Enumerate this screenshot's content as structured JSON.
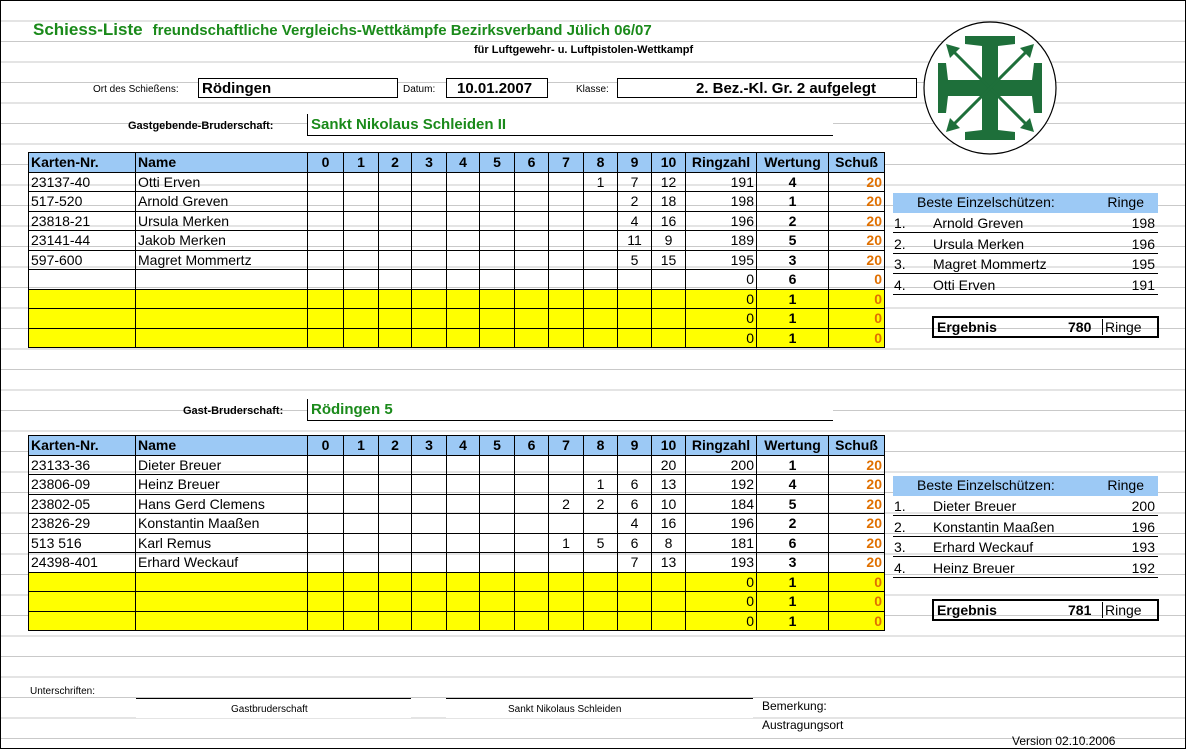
{
  "header": {
    "title": "Schiess-Liste",
    "title_rest": "freundschaftliche Vergleichs-Wettkämpfe Bezirksverband Jülich  06/07",
    "subtitle": "für Luftgewehr- u. Luftpistolen-Wettkampf",
    "ort_label": "Ort des Schießens:",
    "ort_value": "Rödingen",
    "datum_label": "Datum:",
    "datum_value": "10.01.2007",
    "klasse_label": "Klasse:",
    "klasse_value": "2. Bez.-Kl. Gr. 2  aufgelegt"
  },
  "columns": [
    "Karten-Nr.",
    "Name",
    "0",
    "1",
    "2",
    "3",
    "4",
    "5",
    "6",
    "7",
    "8",
    "9",
    "10",
    "Ringzahl",
    "Wertung",
    "Schuß"
  ],
  "teams": [
    {
      "label": "Gastgebende-Bruderschaft:",
      "name": "Sankt Nikolaus Schleiden II",
      "rows": [
        [
          "23137-40",
          "Otti Erven",
          "",
          "",
          "",
          "",
          "",
          "",
          "",
          "",
          "1",
          "7",
          "12",
          "191",
          "4",
          "20"
        ],
        [
          "517-520",
          "Arnold Greven",
          "",
          "",
          "",
          "",
          "",
          "",
          "",
          "",
          "",
          "2",
          "18",
          "198",
          "1",
          "20"
        ],
        [
          "23818-21",
          "Ursula Merken",
          "",
          "",
          "",
          "",
          "",
          "",
          "",
          "",
          "",
          "4",
          "16",
          "196",
          "2",
          "20"
        ],
        [
          "23141-44",
          "Jakob Merken",
          "",
          "",
          "",
          "",
          "",
          "",
          "",
          "",
          "",
          "11",
          "9",
          "189",
          "5",
          "20"
        ],
        [
          "597-600",
          "Magret Mommertz",
          "",
          "",
          "",
          "",
          "",
          "",
          "",
          "",
          "",
          "5",
          "15",
          "195",
          "3",
          "20"
        ],
        [
          "",
          "",
          "",
          "",
          "",
          "",
          "",
          "",
          "",
          "",
          "",
          "",
          "",
          "0",
          "6",
          "0"
        ],
        [
          "",
          "",
          "",
          "",
          "",
          "",
          "",
          "",
          "",
          "",
          "",
          "",
          "",
          "0",
          "1",
          "0"
        ],
        [
          "",
          "",
          "",
          "",
          "",
          "",
          "",
          "",
          "",
          "",
          "",
          "",
          "",
          "0",
          "1",
          "0"
        ],
        [
          "",
          "",
          "",
          "",
          "",
          "",
          "",
          "",
          "",
          "",
          "",
          "",
          "",
          "0",
          "1",
          "0"
        ]
      ],
      "best_label": "Beste Einzelschützen:",
      "best_ringe": "Ringe",
      "best": [
        {
          "rank": "1.",
          "name": "Arnold Greven",
          "ringe": "198"
        },
        {
          "rank": "2.",
          "name": "Ursula Merken",
          "ringe": "196"
        },
        {
          "rank": "3.",
          "name": "Magret Mommertz",
          "ringe": "195"
        },
        {
          "rank": "4.",
          "name": "Otti Erven",
          "ringe": "191"
        }
      ],
      "ergebnis_label": "Ergebnis",
      "ergebnis_value": "780",
      "ergebnis_unit": "Ringe"
    },
    {
      "label": "Gast-Bruderschaft:",
      "name": "Rödingen 5",
      "rows": [
        [
          "23133-36",
          "Dieter Breuer",
          "",
          "",
          "",
          "",
          "",
          "",
          "",
          "",
          "",
          "",
          "20",
          "200",
          "1",
          "20"
        ],
        [
          "23806-09",
          "Heinz Breuer",
          "",
          "",
          "",
          "",
          "",
          "",
          "",
          "",
          "1",
          "6",
          "13",
          "192",
          "4",
          "20"
        ],
        [
          "23802-05",
          "Hans Gerd Clemens",
          "",
          "",
          "",
          "",
          "",
          "",
          "",
          "2",
          "2",
          "6",
          "10",
          "184",
          "5",
          "20"
        ],
        [
          "23826-29",
          "Konstantin Maaßen",
          "",
          "",
          "",
          "",
          "",
          "",
          "",
          "",
          "",
          "4",
          "16",
          "196",
          "2",
          "20"
        ],
        [
          "513 516",
          "Karl Remus",
          "",
          "",
          "",
          "",
          "",
          "",
          "",
          "1",
          "5",
          "6",
          "8",
          "181",
          "6",
          "20"
        ],
        [
          "24398-401",
          "Erhard Weckauf",
          "",
          "",
          "",
          "",
          "",
          "",
          "",
          "",
          "",
          "7",
          "13",
          "193",
          "3",
          "20"
        ],
        [
          "",
          "",
          "",
          "",
          "",
          "",
          "",
          "",
          "",
          "",
          "",
          "",
          "",
          "0",
          "1",
          "0"
        ],
        [
          "",
          "",
          "",
          "",
          "",
          "",
          "",
          "",
          "",
          "",
          "",
          "",
          "",
          "0",
          "1",
          "0"
        ],
        [
          "",
          "",
          "",
          "",
          "",
          "",
          "",
          "",
          "",
          "",
          "",
          "",
          "",
          "0",
          "1",
          "0"
        ]
      ],
      "best_label": "Beste Einzelschützen:",
      "best_ringe": "Ringe",
      "best": [
        {
          "rank": "1.",
          "name": "Dieter Breuer",
          "ringe": "200"
        },
        {
          "rank": "2.",
          "name": "Konstantin Maaßen",
          "ringe": "196"
        },
        {
          "rank": "3.",
          "name": "Erhard Weckauf",
          "ringe": "193"
        },
        {
          "rank": "4.",
          "name": "Heinz Breuer",
          "ringe": "192"
        }
      ],
      "ergebnis_label": "Ergebnis",
      "ergebnis_value": "781",
      "ergebnis_unit": "Ringe"
    }
  ],
  "footer": {
    "unterschriften": "Unterschriften:",
    "gastbruderschaft": "Gastbruderschaft",
    "gastgeber": "Sankt Nikolaus Schleiden",
    "bemerkung": "Bemerkung:",
    "austragungsort": "Austragungsort",
    "version": "Version 02.10.2006"
  },
  "colors": {
    "title_green": "#1a8a1a",
    "header_blue": "#9cc9f5",
    "empty_yellow": "#ffff00",
    "schuss_orange": "#e07000"
  },
  "logo": "green-cross-arrows-emblem"
}
